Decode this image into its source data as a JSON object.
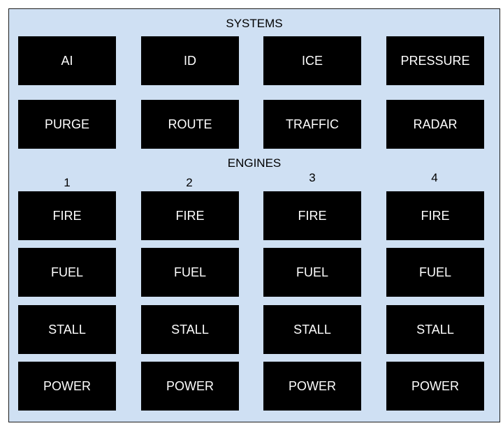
{
  "systems": {
    "title": "SYSTEMS",
    "buttons": [
      "AI",
      "ID",
      "ICE",
      "PRESSURE",
      "PURGE",
      "ROUTE",
      "TRAFFIC",
      "RADAR"
    ]
  },
  "engines": {
    "title": "ENGINES",
    "columns": [
      {
        "label": "1",
        "buttons": [
          "FIRE",
          "FUEL",
          "STALL",
          "POWER"
        ]
      },
      {
        "label": "2",
        "buttons": [
          "FIRE",
          "FUEL",
          "STALL",
          "POWER"
        ]
      },
      {
        "label": "3",
        "buttons": [
          "FIRE",
          "FUEL",
          "STALL",
          "POWER"
        ]
      },
      {
        "label": "4",
        "buttons": [
          "FIRE",
          "FUEL",
          "STALL",
          "POWER"
        ]
      }
    ]
  }
}
